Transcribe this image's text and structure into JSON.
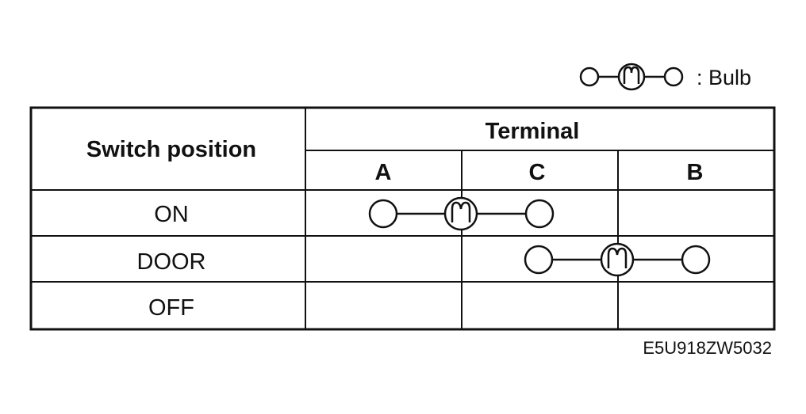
{
  "legend": {
    "label": ": Bulb",
    "icon": "bulb-symbol-icon"
  },
  "table": {
    "header_left": "Switch position",
    "header_group": "Terminal",
    "terminals": [
      "A",
      "C",
      "B"
    ],
    "rows": [
      {
        "position": "ON",
        "connection": [
          "A",
          "C"
        ]
      },
      {
        "position": "DOOR",
        "connection": [
          "C",
          "B"
        ]
      },
      {
        "position": "OFF",
        "connection": []
      }
    ]
  },
  "figure_code": "E5U918ZW5032"
}
